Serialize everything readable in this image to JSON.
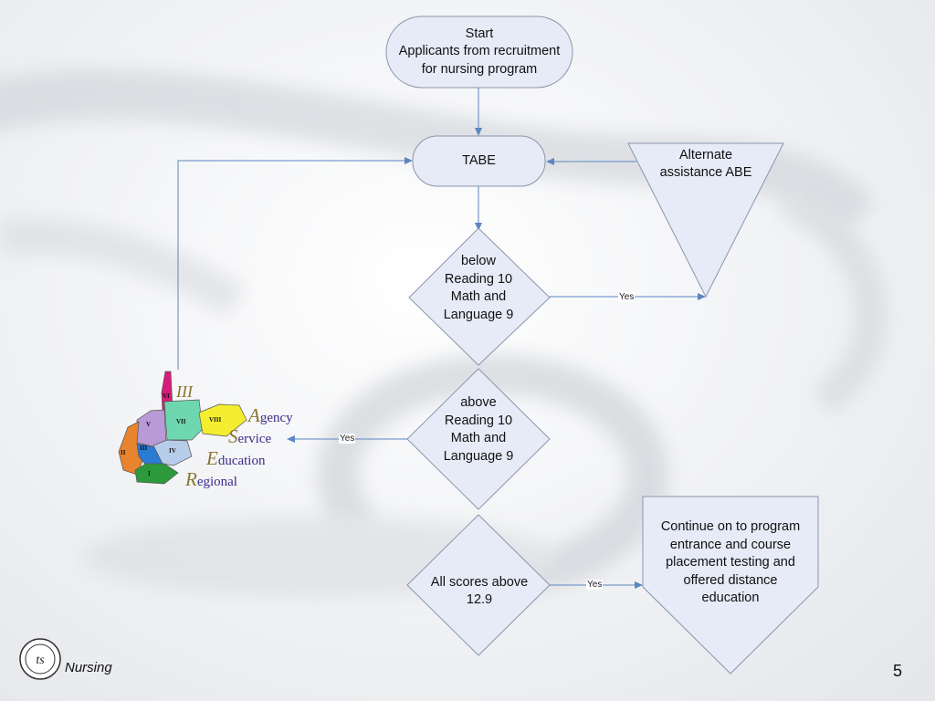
{
  "slide": {
    "footer_label": "Nursing",
    "page_number": "5"
  },
  "flowchart": {
    "start": "Start\nApplicants from recruitment\nfor nursing program",
    "tabe": "TABE",
    "alternate": "Alternate\nassistance ABE",
    "decision_below": "below\nReading 10\nMath and\nLanguage 9",
    "decision_above": "above\nReading 10\nMath and\nLanguage 9",
    "decision_all": "All scores above\n12.9",
    "continue": "Continue on to program\nentrance and course\nplacement testing and\noffered distance\neducation",
    "yes_label_1": "Yes",
    "yes_label_2": "Yes",
    "yes_label_3": "Yes"
  },
  "region_logo": {
    "number": "III",
    "agency_initial": "A",
    "agency_rest": "gency",
    "service_initial": "S",
    "service_rest": "ervice",
    "education_initial": "E",
    "education_rest": "ducation",
    "regional_initial": "R",
    "regional_rest": "egional",
    "map_region_labels": [
      "I",
      "II",
      "III",
      "IV",
      "V",
      "VI",
      "VII",
      "VIII"
    ]
  },
  "colors": {
    "node_fill": "#e6ebf7",
    "node_stroke": "#8a95ad",
    "edge": "#5b86c0"
  },
  "icons": [
    "college-logo-icon",
    "west-virginia-map-icon"
  ]
}
